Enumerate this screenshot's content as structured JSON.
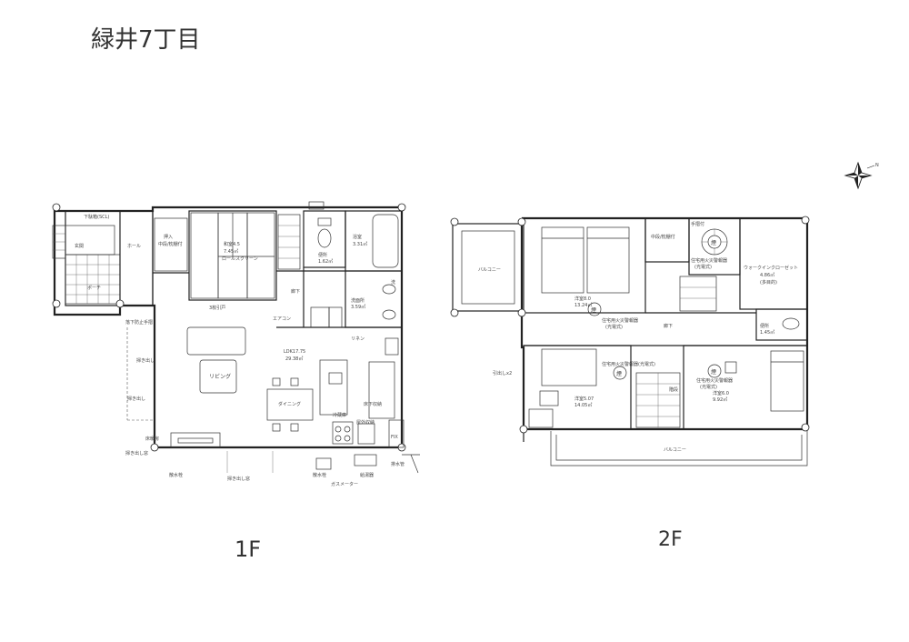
{
  "sheet": {
    "handwritten_title": "緑井7丁目",
    "floor1_label": "1F",
    "floor2_label": "2F",
    "north_label": "N"
  },
  "floor1": {
    "rooms": {
      "storage": "下駄箱(SCL)",
      "entrance": "玄関",
      "hall": "ホール",
      "porch": "ポーチ",
      "closet": "押入",
      "closet_sub": "中段/枕棚付",
      "japanese_room": "和室4.5",
      "japanese_room_area": "7.45㎡",
      "japanese_room_sub": "ロールスクリーン",
      "toilet": "便所",
      "toilet_area": "1.62㎡",
      "bath": "浴室",
      "bath_area": "3.31㎡",
      "corridor": "廊下",
      "washroom": "洗面所",
      "washroom_area": "3.59㎡",
      "ldk": "LDK17.75",
      "ldk_area": "29.38㎡",
      "living": "リビング",
      "dining": "ダイニング",
      "kitchen_fridge": "冷蔵庫",
      "kitchen_pantry": "床下収納",
      "sliding_door": "3枚引戸",
      "sweep_out_1": "掃き出し",
      "sweep_out_2": "掃き出し",
      "fall_prevention": "落下防止手摺",
      "sliding_window_1": "掃き出し窓",
      "sliding_window_2": "掃き出し窓",
      "boiler": "給湯器",
      "storage_outdoor": "屋外収納",
      "water_outlet_1": "散水栓",
      "water_outlet_2": "散水栓",
      "meter": "ガスメーター",
      "pipe": "排水管",
      "ac": "エアコン",
      "floor_heating": "床暖房",
      "window_note": "FIX",
      "sink": "洗",
      "linen": "リネン"
    }
  },
  "floor2": {
    "rooms": {
      "balcony_left": "バルコニー",
      "western1": "洋室8.0",
      "western1_area": "13.24㎡",
      "western1_note": "住宅用火災警報器",
      "western1_note2": "(光電式)",
      "closet_top": "中段/枕棚付",
      "handrail": "手摺付",
      "walkin": "ウォークインクローゼット",
      "walkin_area": "4.86㎡",
      "walkin_sub": "(多目的)",
      "toilet2": "便所",
      "toilet2_area": "1.45㎡",
      "corridor2": "廊下",
      "fire_alarm_top": "住宅用火災警報器",
      "fire_alarm_top2": "(光電式)",
      "western2": "洋室5.07",
      "western2_area": "14.05㎡",
      "western2_note": "住宅用火災警報器(光電式)",
      "western3": "洋室6.0",
      "western3_area": "9.92㎡",
      "western3_note": "住宅用火災警報器",
      "western3_note2": "(光電式)",
      "balcony_bottom": "バルコニー",
      "window_label": "引出しx2",
      "smoke": "煙",
      "stair": "階段"
    }
  }
}
